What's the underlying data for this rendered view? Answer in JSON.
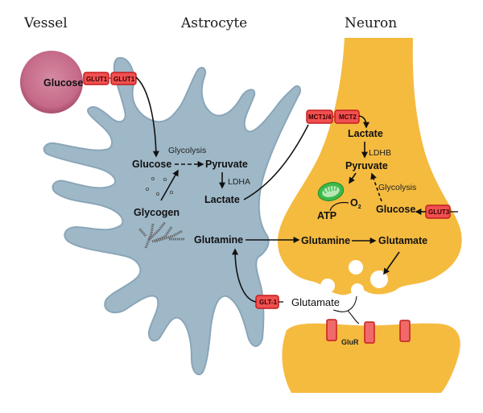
{
  "titles": {
    "vessel": "Vessel",
    "astrocyte": "Astrocyte",
    "neuron": "Neuron"
  },
  "colors": {
    "vessel": "#c96e8c",
    "astrocyte": "#9fb8c8",
    "neuron": "#f5bb3f",
    "transporter_fill": "#f15050",
    "transporter_border": "#c41e1e",
    "mitochondrion": "#3cb94a"
  },
  "vessel": {
    "glucose": "Glucose"
  },
  "transporters": {
    "glut1_vessel": "GLUT1",
    "glut1_astro": "GLUT1",
    "mct14": "MCT1/4",
    "mct2": "MCT2",
    "glut3": "GLUT3",
    "glt1": "GLT-1"
  },
  "astrocyte": {
    "glucose": "Glucose",
    "glycolysis": "Glycolysis",
    "pyruvate": "Pyruvate",
    "ldha": "LDHA",
    "lactate": "Lactate",
    "glycogen": "Glycogen",
    "glutamine": "Glutamine"
  },
  "neuron": {
    "lactate": "Lactate",
    "ldhb": "LDHB",
    "pyruvate": "Pyruvate",
    "glycolysis": "Glycolysis",
    "glucose": "Glucose",
    "atp": "ATP",
    "o2": "O",
    "o2_sub": "2",
    "glutamine": "Glutamine",
    "glutamate": "Glutamate"
  },
  "synapse": {
    "glutamate": "Glutamate",
    "glur": "GluR"
  }
}
